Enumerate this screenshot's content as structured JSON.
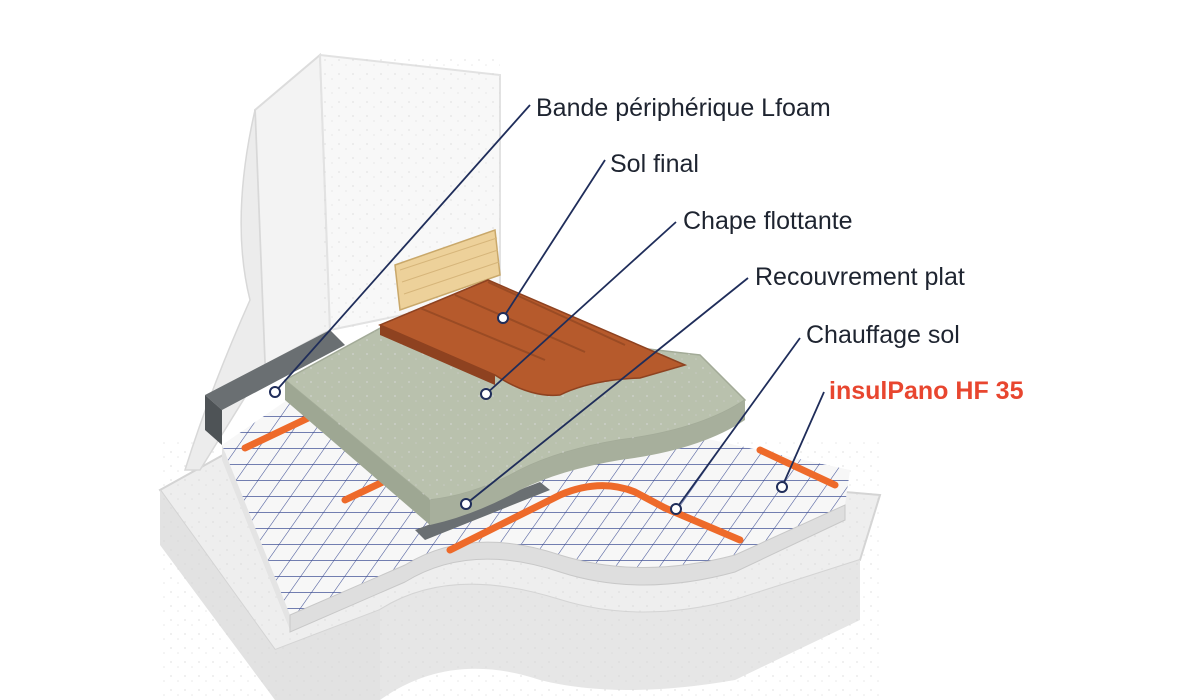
{
  "diagram": {
    "labels": [
      {
        "text": "Bande périphérique Lfoam"
      },
      {
        "text": "Sol final"
      },
      {
        "text": "Chape flottante"
      },
      {
        "text": "Recouvrement plat"
      },
      {
        "text": "Chauffage sol"
      }
    ],
    "product_label": "insulPano HF 35"
  },
  "colors": {
    "leader_line": "#1f2d5a",
    "heating_pipe": "#ee6a2a",
    "wood_floor": "#b65a2c",
    "screed": "#bcc3b1",
    "insulation": "#efefef",
    "grid": "#2a3c8a",
    "skirting": "#e8c88a",
    "edge_strip": "#555a5d",
    "product_text": "#e8462f"
  },
  "icons": [
    "leader-marker-icon"
  ]
}
